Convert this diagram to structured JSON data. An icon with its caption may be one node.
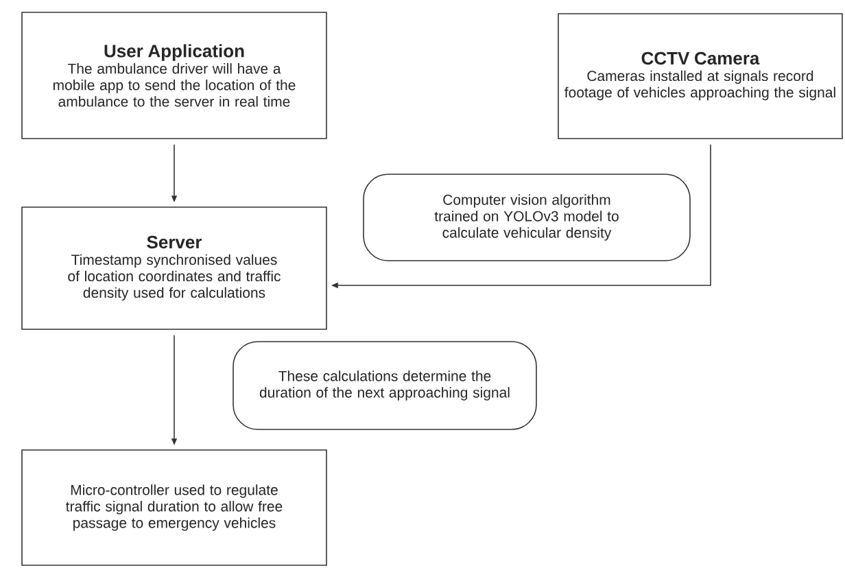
{
  "diagram": {
    "nodes": [
      {
        "text": [
          "User Application",
          "The ambulance driver will have a mobile app to send the location of the ambulance to the server in real time"
        ]
      },
      {
        "text": [
          "CCTV Camera",
          "Cameras installed at signals record footage of vehicles approaching the signal"
        ]
      },
      {
        "text": [
          "Server",
          "Timestamp synchronised values of location coordinates and traffic density used for calculations"
        ]
      },
      {
        "text": [
          "Computer vision algorithm trained on YOLOv3 model to calculate vehicular density"
        ]
      },
      {
        "text": [
          "These calculations determine the duration of the next approaching signal"
        ]
      },
      {
        "text": [
          "Micro-controller used to regulate traffic signal duration to allow free passage to emergency vehicles"
        ]
      }
    ],
    "edges": [
      {
        "from": 0,
        "to": 2,
        "arrow": "to"
      },
      {
        "from": 1,
        "to": 2,
        "arrow": "to"
      },
      {
        "from": 2,
        "to": 5,
        "arrow": "to"
      }
    ]
  }
}
